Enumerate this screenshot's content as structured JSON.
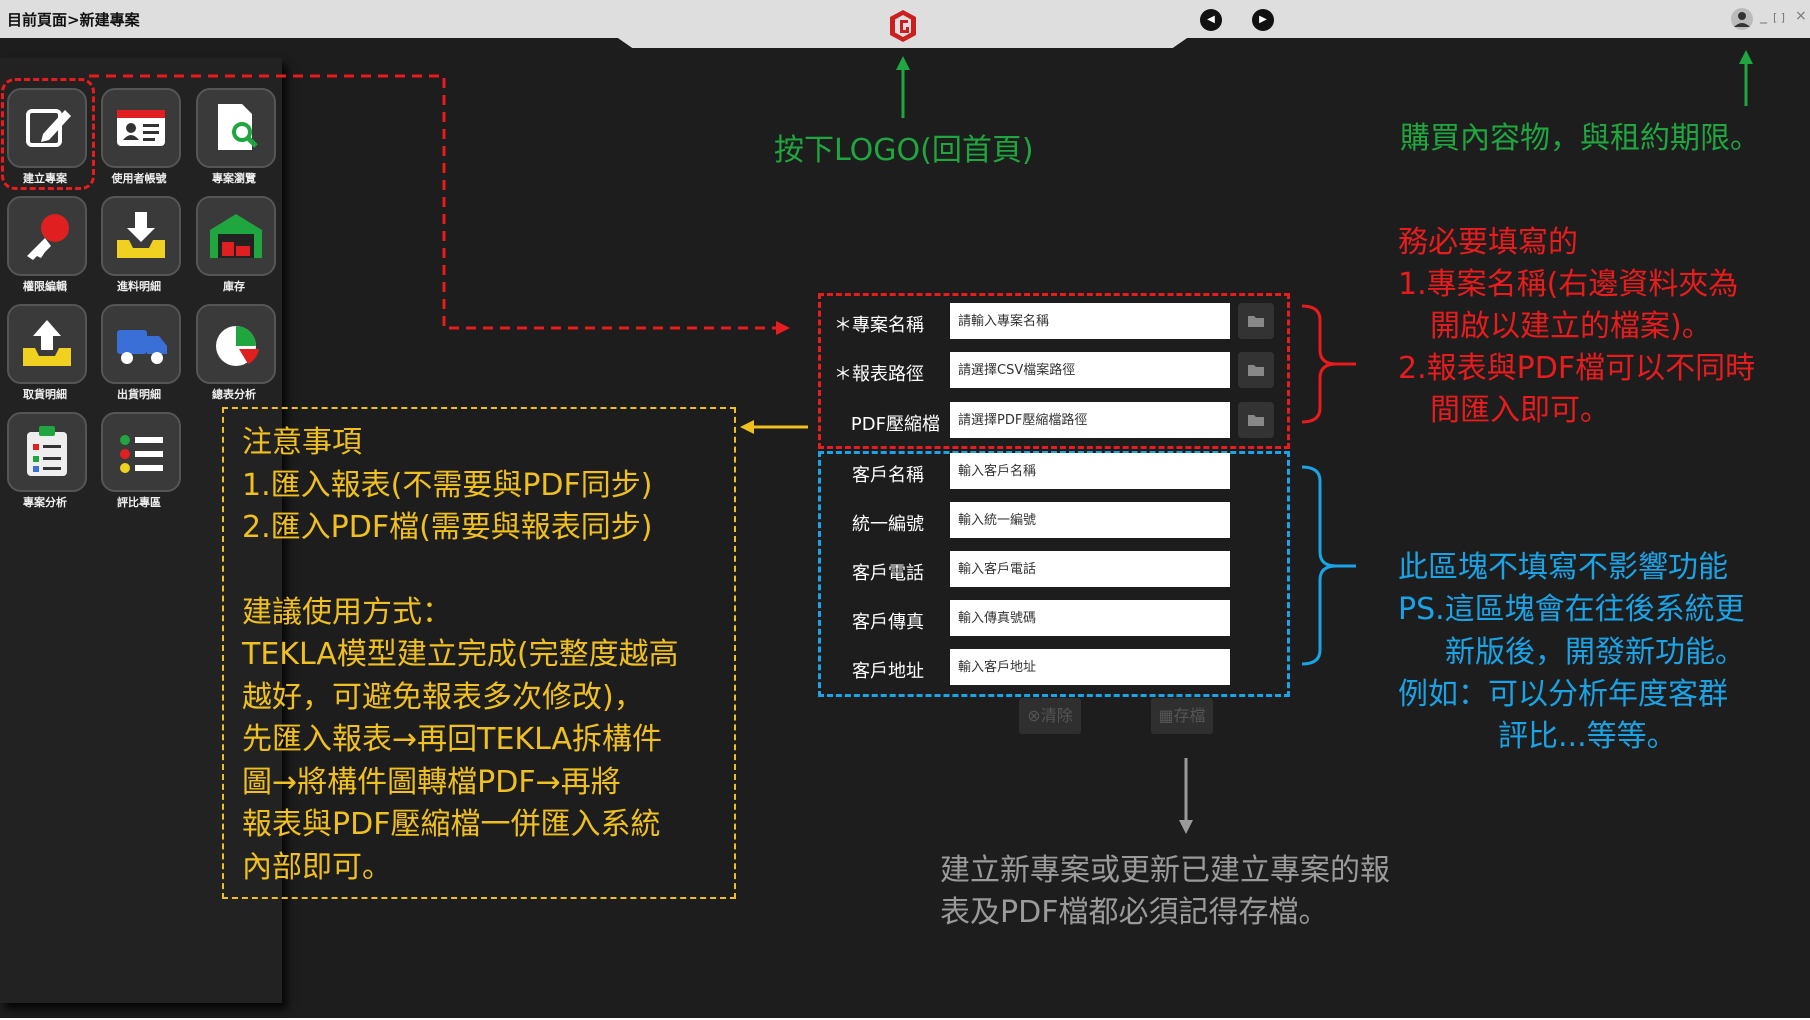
{
  "topbar": {
    "breadcrumb": "目前頁面>新建專案",
    "window_controls": [
      "_",
      "[ ]",
      "×"
    ]
  },
  "sidebar": {
    "items": [
      {
        "label": "建立專案",
        "icon": "edit-icon"
      },
      {
        "label": "使用者帳號",
        "icon": "user-card-icon"
      },
      {
        "label": "專案瀏覽",
        "icon": "file-search-icon"
      },
      {
        "label": "權限編輯",
        "icon": "key-icon"
      },
      {
        "label": "進料明細",
        "icon": "inbox-download-icon"
      },
      {
        "label": "庫存",
        "icon": "warehouse-icon"
      },
      {
        "label": "取貨明細",
        "icon": "inbox-upload-icon"
      },
      {
        "label": "出貨明細",
        "icon": "truck-icon"
      },
      {
        "label": "總表分析",
        "icon": "pie-chart-icon"
      },
      {
        "label": "專案分析",
        "icon": "clipboard-check-icon"
      },
      {
        "label": "評比專區",
        "icon": "rating-list-icon"
      }
    ]
  },
  "form": {
    "required_fields": [
      {
        "label": "＊專案名稱",
        "placeholder": "請輸入專案名稱"
      },
      {
        "label": "＊報表路徑",
        "placeholder": "請選擇CSV檔案路徑"
      },
      {
        "label": "PDF壓縮檔",
        "placeholder": "請選擇PDF壓縮檔路徑"
      }
    ],
    "optional_fields": [
      {
        "label": "客戶名稱",
        "placeholder": "輸入客戶名稱"
      },
      {
        "label": "統一編號",
        "placeholder": "輸入統一編號"
      },
      {
        "label": "客戶電話",
        "placeholder": "輸入客戶電話"
      },
      {
        "label": "客戶傳真",
        "placeholder": "輸入傳真號碼"
      },
      {
        "label": "客戶地址",
        "placeholder": "輸入客戶地址"
      }
    ],
    "clear_label": "⊗清除",
    "save_label": "▦存檔"
  },
  "annotations": {
    "logo_note": "按下LOGO(回首頁)",
    "purchase_note": "購買內容物，與租約期限。",
    "required": [
      "務必要填寫的",
      "1.專案名稱(右邊資料夾為",
      "開啟以建立的檔案)。",
      "2.報表與PDF檔可以不同時",
      "間匯入即可。"
    ],
    "optional": [
      "此區塊不填寫不影響功能",
      "PS.這區塊會在往後系統更",
      "新版後，開發新功能。",
      "例如：可以分析年度客群",
      "評比...等等。"
    ],
    "notes": [
      "注意事項",
      "1.匯入報表(不需要與PDF同步)",
      "2.匯入PDF檔(需要與報表同步)",
      "建議使用方式：",
      "TEKLA模型建立完成(完整度越高",
      "越好，可避免報表多次修改)，",
      "先匯入報表→再回TEKLA拆構件",
      "圖→將構件圖轉檔PDF→再將",
      "報表與PDF壓縮檔一併匯入系統",
      "內部即可。"
    ],
    "save_note": [
      "建立新專案或更新已建立專案的報",
      "表及PDF檔都必須記得存檔。"
    ]
  },
  "colors": {
    "background": "#1d1d1d",
    "topbar": "#dedede",
    "green": "#1fa63e",
    "red": "#e81c1c",
    "blue": "#1aa3e6",
    "yellow": "#f0c020",
    "gray": "#9a9a9a"
  }
}
